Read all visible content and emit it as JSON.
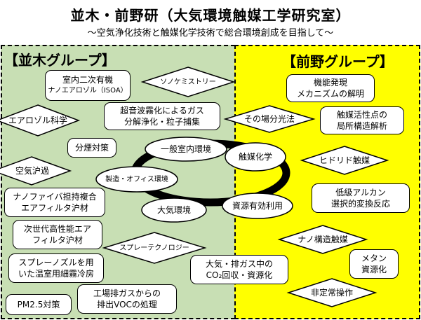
{
  "header": {
    "title": "並木・前野研（大気環境触媒工学研究室）",
    "subtitle": "～空気浄化技術と触媒化学技術で総合環境創成を目指して～"
  },
  "groups": {
    "left_label": "【並木グループ】",
    "right_label": "【前野グループ】"
  },
  "left_items": {
    "indoor_aerosol_line1": "室内二次有機",
    "indoor_aerosol_line2": "ナノエアロゾル（ISOA）",
    "sono_chem": "ソノケミストリー",
    "aerosol_science": "エアロゾル科学",
    "ultrasonic_line1": "超音波霧化によるガス",
    "ultrasonic_line2": "分解浄化・粒子捕集",
    "sizing": "分煙対策",
    "air_filtration": "空気沪過",
    "nanofiber_line1": "ナノファイバ担持複合",
    "nanofiber_line2": "エアフィルタ沪材",
    "nextgen_line1": "次世代高性能エア",
    "nextgen_line2": "フィルタ沪材",
    "spray_tech": "スプレーテクノロジー",
    "nozzle_line1": "スプレーノズルを用",
    "nozzle_line2": "いた温室用細霧冷房",
    "pm25": "PM2.5対策",
    "factory_line1": "工場排ガスからの",
    "factory_line2": "排出VOCの処理"
  },
  "center_items": {
    "general_indoor": "一般室内環境",
    "manufacturing_office": "製造・オフィス環境",
    "atmosphere": "大気環境",
    "catalysis": "触媒化学",
    "resource_use": "資源有効利用",
    "co2_line1": "大気・排ガス中の",
    "co2_line2": "CO₂回収・資源化"
  },
  "right_items": {
    "mechanism_line1": "機能発現",
    "mechanism_line2": "メカニズムの解明",
    "in_situ": "その場分光法",
    "active_site_line1": "触媒活性点の",
    "active_site_line2": "局所構造解析",
    "hydride": "ヒドリド触媒",
    "alkane_line1": "低級アルカン",
    "alkane_line2": "選択的変換反応",
    "nano_structure": "ナノ構造触媒",
    "methane_line1": "メタン",
    "methane_line2": "資源化",
    "unsteady": "非定常操作"
  },
  "colors": {
    "left_bg": "#c8dfb4",
    "right_bg": "#ffff00",
    "ring": "#000000",
    "shape_fill": "#ffffff"
  }
}
